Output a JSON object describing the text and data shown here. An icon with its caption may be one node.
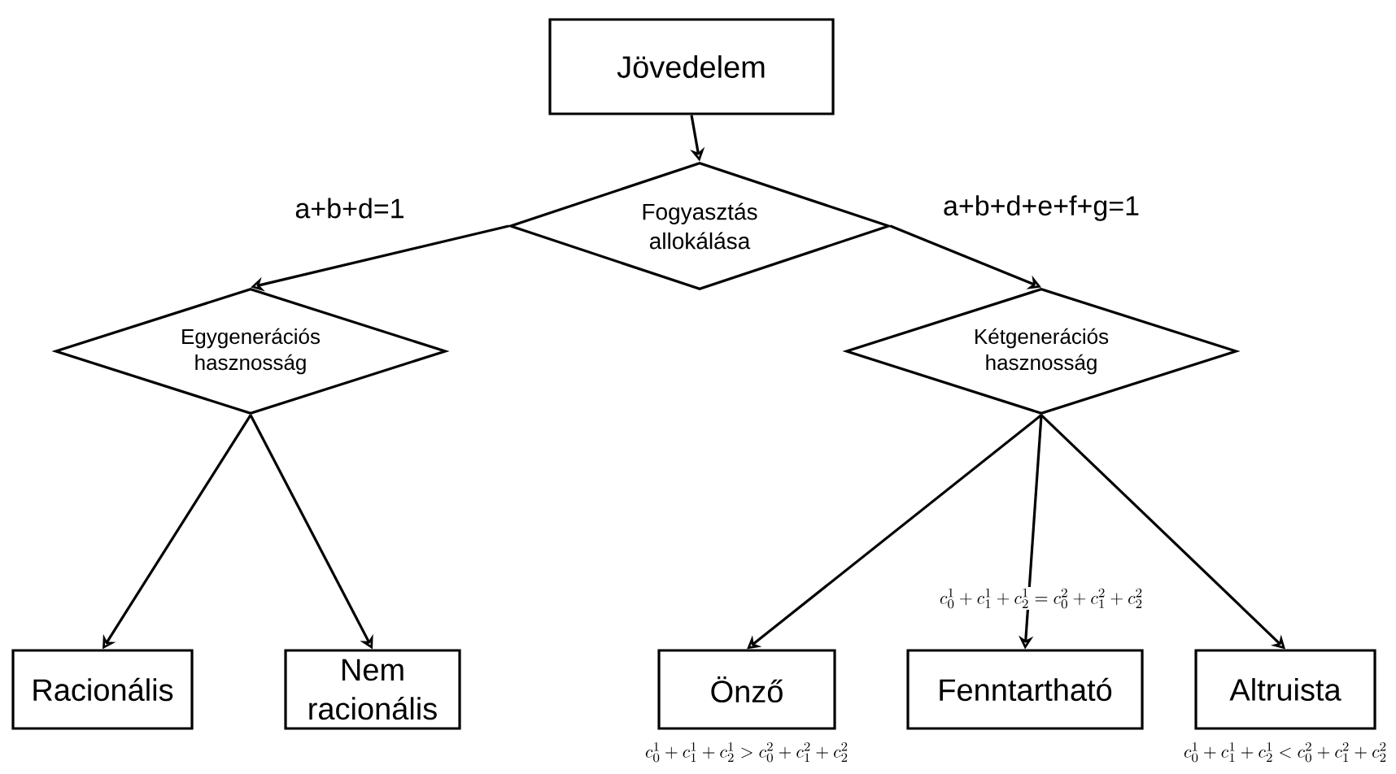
{
  "diagram": {
    "nodes": [
      {
        "text": [
          "Jövedelem"
        ]
      },
      {
        "text": [
          "Fogyasztás allokálása"
        ]
      },
      {
        "text": [
          "Egygenerációs hasznosság"
        ]
      },
      {
        "text": [
          "Kétgenerációs hasznosság"
        ]
      },
      {
        "text": [
          "Racionális"
        ]
      },
      {
        "text": [
          "Nem racionális"
        ]
      },
      {
        "text": [
          "Önző"
        ],
        "beside": [
          "c_0^1 + c_1^1 + c_2^1 > c_0^2 + c_1^2 + c_2^2"
        ]
      },
      {
        "text": [
          "Fenntartható"
        ]
      },
      {
        "text": [
          "Altruista"
        ],
        "beside": [
          "c_0^1 + c_1^1 + c_2^1 < c_0^2 + c_1^2 + c_2^2"
        ]
      }
    ],
    "edges": [
      {
        "from": 0,
        "to": 1,
        "arrow": "to"
      },
      {
        "from": 1,
        "to": 2,
        "arrow": "to",
        "label": "a+b+d=1"
      },
      {
        "from": 1,
        "to": 3,
        "arrow": "to",
        "label": "a+b+d+e+f+g=1"
      },
      {
        "from": 2,
        "to": 4,
        "arrow": "to"
      },
      {
        "from": 2,
        "to": 5,
        "arrow": "to"
      },
      {
        "from": 3,
        "to": 6,
        "arrow": "to"
      },
      {
        "from": 3,
        "to": 7,
        "arrow": "to",
        "label": "c_0^1 + c_1^1 + c_2^1 = c_0^2 + c_1^2 + c_2^2"
      },
      {
        "from": 3,
        "to": 8,
        "arrow": "to"
      }
    ]
  }
}
